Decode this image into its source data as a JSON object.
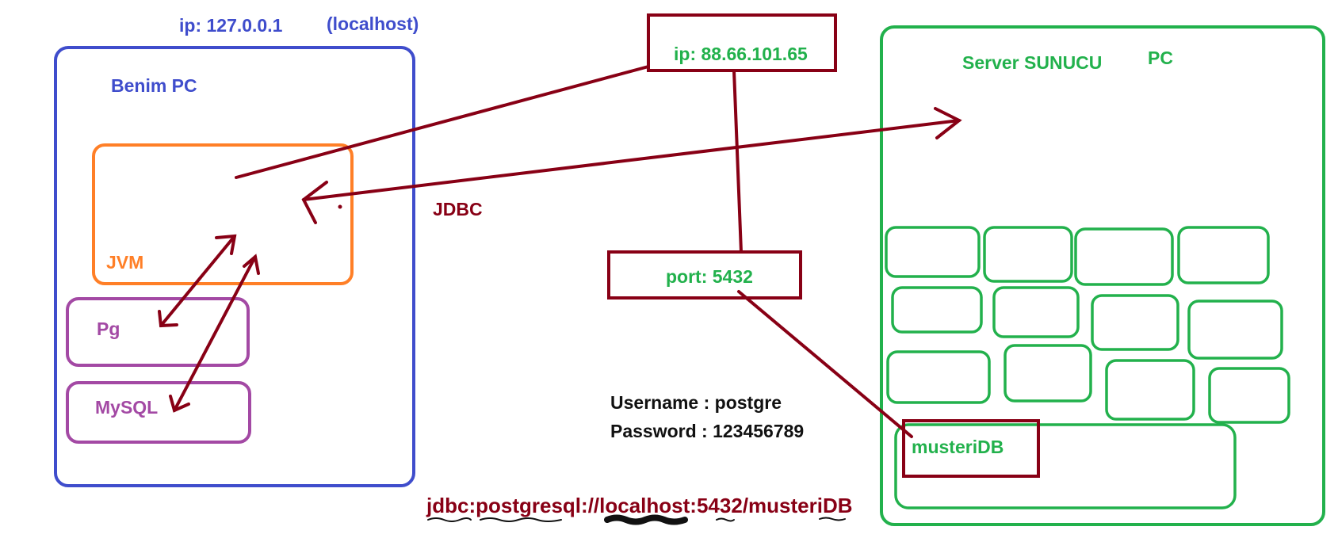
{
  "colors": {
    "blue": "#3f4dcc",
    "green": "#22b14c",
    "orange": "#ff7f27",
    "purple": "#a349a4",
    "maroon": "#880015",
    "black": "#111111"
  },
  "local": {
    "ip_label": "ip: 127.0.0.1",
    "host_label": "(localhost)",
    "pc_label": "Benim PC",
    "jvm_label": "JVM",
    "pg_label": "Pg",
    "mysql_label": "MySQL"
  },
  "connection": {
    "jdbc_label": "JDBC",
    "remote_ip_label": "ip: 88.66.101.65",
    "port_label": "port: 5432",
    "username_line": "Username : postgre",
    "password_line": "Password : 123456789",
    "url": {
      "jdbc": "jdbc",
      "colon1": ":",
      "postgresql": "postgresql",
      "sep": "://",
      "host": "localhost",
      "colon2": ":",
      "port": "5432",
      "slash": "/",
      "db": "musteriDB"
    }
  },
  "server": {
    "title_label": "Server SUNUCU",
    "pc_label": "PC",
    "db_label": "musteriDB"
  }
}
